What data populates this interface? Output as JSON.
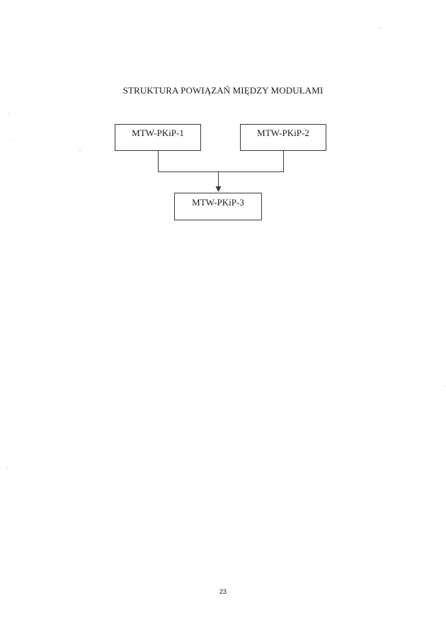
{
  "document": {
    "title": "STRUKTURA POWIĄZAŃ MIĘDZY MODUŁAMI",
    "page_number": "23"
  },
  "diagram": {
    "nodes": [
      {
        "id": "mtw-pkip-1",
        "label": "MTW-PKiP-1"
      },
      {
        "id": "mtw-pkip-2",
        "label": "MTW-PKiP-2"
      },
      {
        "id": "mtw-pkip-3",
        "label": "MTW-PKiP-3"
      }
    ],
    "edges": [
      {
        "from": "mtw-pkip-1",
        "to": "mtw-pkip-3"
      },
      {
        "from": "mtw-pkip-2",
        "to": "mtw-pkip-3"
      }
    ],
    "line_color": "#3a3a3a"
  }
}
